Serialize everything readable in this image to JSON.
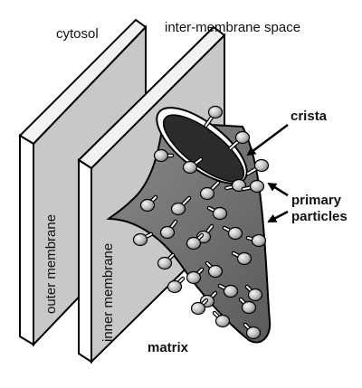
{
  "labels": {
    "cytosol": "cytosol",
    "inter_membrane_space": "inter-membrane space",
    "crista": "crista",
    "primary_particles_line1": "primary",
    "primary_particles_line2": "particles",
    "outer_membrane": "outer membrane",
    "inner_membrane": "inner membrane",
    "matrix": "matrix"
  },
  "colors": {
    "membrane_face": "#c8c8c8",
    "membrane_edge_light": "#f2f2f2",
    "crista_body": "#6e6e6e",
    "crista_opening": "#2b2b2b",
    "particle_head": "#c4c4c4",
    "outline": "#000000"
  },
  "icons": {
    "particle": "knob-particle-icon",
    "arrow": "arrow-icon"
  }
}
